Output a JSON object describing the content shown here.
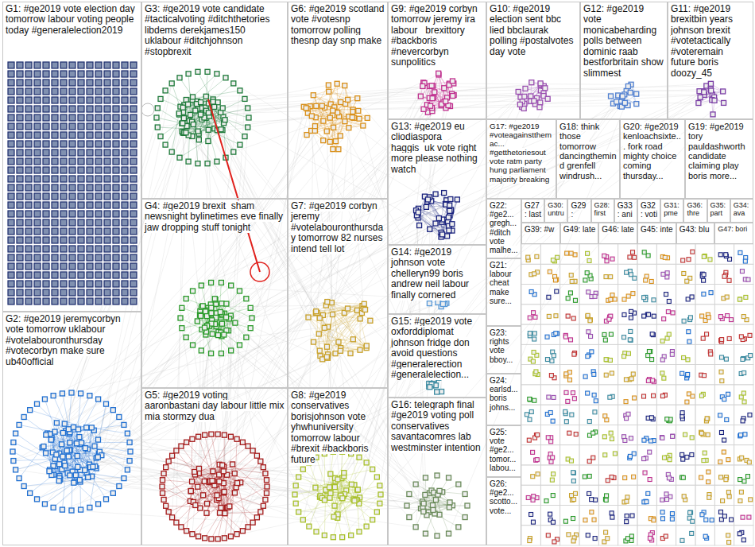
{
  "diagram": {
    "nodes": [
      {
        "text": [
          "G1: #ge2019 vote election day tomorrow labour voting people today #generalelection2019"
        ]
      },
      {
        "text": [
          "G3: #ge2019 vote candidate #tacticalvoting #ditchthetories libdems derekjames150 uklabour #ditchjohnson #stopbrexit"
        ]
      },
      {
        "text": [
          "G6: #ge2019 scotland vote #votesnp tomorrow polling thesnp day snp make"
        ]
      },
      {
        "text": [
          "G9: #ge2019 corbyn tomorrow jeremy ira labour _brexittory #backboris #nevercorbyn sunpolitics"
        ]
      },
      {
        "text": [
          "G10: #ge2019 election sent bbc lied bbclaurak polling #postalvotes day vote"
        ]
      },
      {
        "text": [
          "G12: #ge2019 vote monicabeharding polls between dominic raab bestforbritain show slimmest"
        ]
      },
      {
        "text": [
          "G11: #ge2019 brexitbin years johnson brexit #votetactically #voteremain future boris doozy_45"
        ]
      },
      {
        "text": [
          "G13: #ge2019 eu cliodiaspora haggis_uk vote right more please nothing watch"
        ]
      },
      {
        "text": [
          "G17: #ge2019 #voteagainstthemac... #getthetoriesout vote ratm party hung parliament majority breaking"
        ]
      },
      {
        "text": [
          "G18: think those tomorrow dancingthemind grenfell windrush..."
        ]
      },
      {
        "text": [
          "G20: #ge2019 kenloachsixte... fork road mighty choice coming thursday..."
        ]
      },
      {
        "text": [
          "G19: #ge2019 tory pauldashworth candidate claiming play boris more..."
        ]
      },
      {
        "text": [
          "G22: #ge2... gregh... #ditch vote malhe..."
        ]
      },
      {
        "text": [
          "G27: last"
        ]
      },
      {
        "text": [
          "G30: untru"
        ]
      },
      {
        "text": [
          "G29:"
        ]
      },
      {
        "text": [
          "G28: first"
        ]
      },
      {
        "text": [
          "G33: ani"
        ]
      },
      {
        "text": [
          "G32: voti"
        ]
      },
      {
        "text": [
          "G31: pme"
        ]
      },
      {
        "text": [
          "G36: thre"
        ]
      },
      {
        "text": [
          "G35: part"
        ]
      },
      {
        "text": [
          "G34: ava"
        ]
      },
      {
        "text": [
          "G39: #w"
        ]
      },
      {
        "text": [
          "G49: late"
        ]
      },
      {
        "text": [
          "G46: late"
        ]
      },
      {
        "text": [
          "G45: inte"
        ]
      },
      {
        "text": [
          "G43: blu"
        ]
      },
      {
        "text": [
          "G47: bori"
        ]
      },
      {
        "text": [
          "G4: #ge2019 brexit_sham newsnight bylinetimes eve finally jaw dropping stuff tonight"
        ]
      },
      {
        "text": [
          "G7: #ge2019 corbyn jeremy #votelabouronthursday tomorrow 82 nurses intend tell lot"
        ]
      },
      {
        "text": [
          "G14: #ge2019 johnson vote chelleryn99 boris andrew neil labour finally cornered"
        ]
      },
      {
        "text": [
          "G21: labour cheat make sure..."
        ]
      },
      {
        "text": [
          "G23: rights vote bboy..."
        ]
      },
      {
        "text": [
          "G24: earlsd... boris johns..."
        ]
      },
      {
        "text": [
          "G15: #ge2019 vote oxforddiplomat johnson fridge don avoid questions #generalerection #generalelection..."
        ]
      },
      {
        "text": [
          "G25: vote #ge2... tomor... labou..."
        ]
      },
      {
        "text": [
          "G2: #ge2019 jeremycorbyn vote tomorrow uklabour #votelabouronthursday #votecorbyn make sure ub40official"
        ]
      },
      {
        "text": [
          "G5: #ge2019 voting aaronbastani day labour little mix mia stormzy dua"
        ]
      },
      {
        "text": [
          "G8: #ge2019 conservatives borisjohnson vote yhwhuniversity tomorrow labour #brexit #backboris future"
        ]
      },
      {
        "text": [
          "G16: telegraph final #ge2019 voting poll conservatives savantacomres lab westminster intention"
        ]
      },
      {
        "text": [
          "G26: #ge2... scotto... vote..."
        ]
      }
    ]
  }
}
